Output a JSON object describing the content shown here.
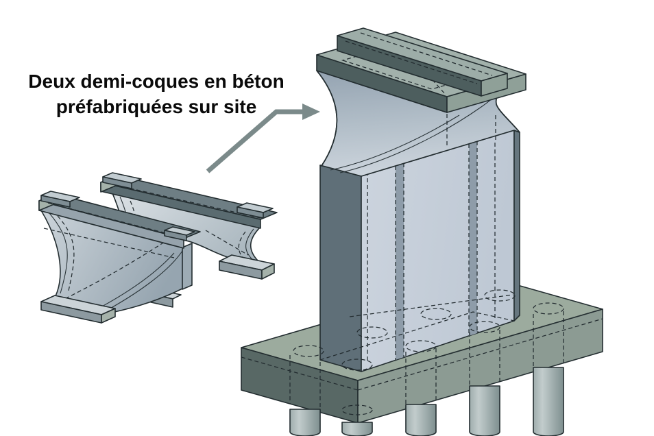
{
  "annotation": {
    "line1": "Deux demi-coques en béton",
    "line2": "préfabriquées sur site"
  },
  "arrow": {
    "icon": "leader-arrow-right-icon"
  },
  "colors": {
    "accent_arrow": "#7b8a8a",
    "edge_line": "#232d30",
    "slab_top": "#a2b1ab",
    "slab_band": "#4d5e5e",
    "slab_end": "#8fa098",
    "block_top": "#9dadა8",
    "shaft_front": "#c6cfda",
    "shaft_side_dark": "#5f6f78",
    "shaft_sliver": "#66767f",
    "joint_strip": "#8e9ca9",
    "cap_top": "#9cab9e",
    "cap_left": "#586865",
    "cap_right": "#8c9b93",
    "flange_top": "#6e7e84",
    "flangeA_band": "#96a3ac",
    "flangeB_band": "#5a6b70",
    "foot_top": "#ccd4d8",
    "foot_band": "#8d9aa0",
    "rim_top": "#c2ccd1",
    "rim_band": "#7e8d94",
    "end_face": "#a5b2aa",
    "head_light": "#ccd4dc",
    "head_shade": "#94a3b1",
    "pile_light": "#c2cccc",
    "pile_dark": "#7e8f8f"
  }
}
